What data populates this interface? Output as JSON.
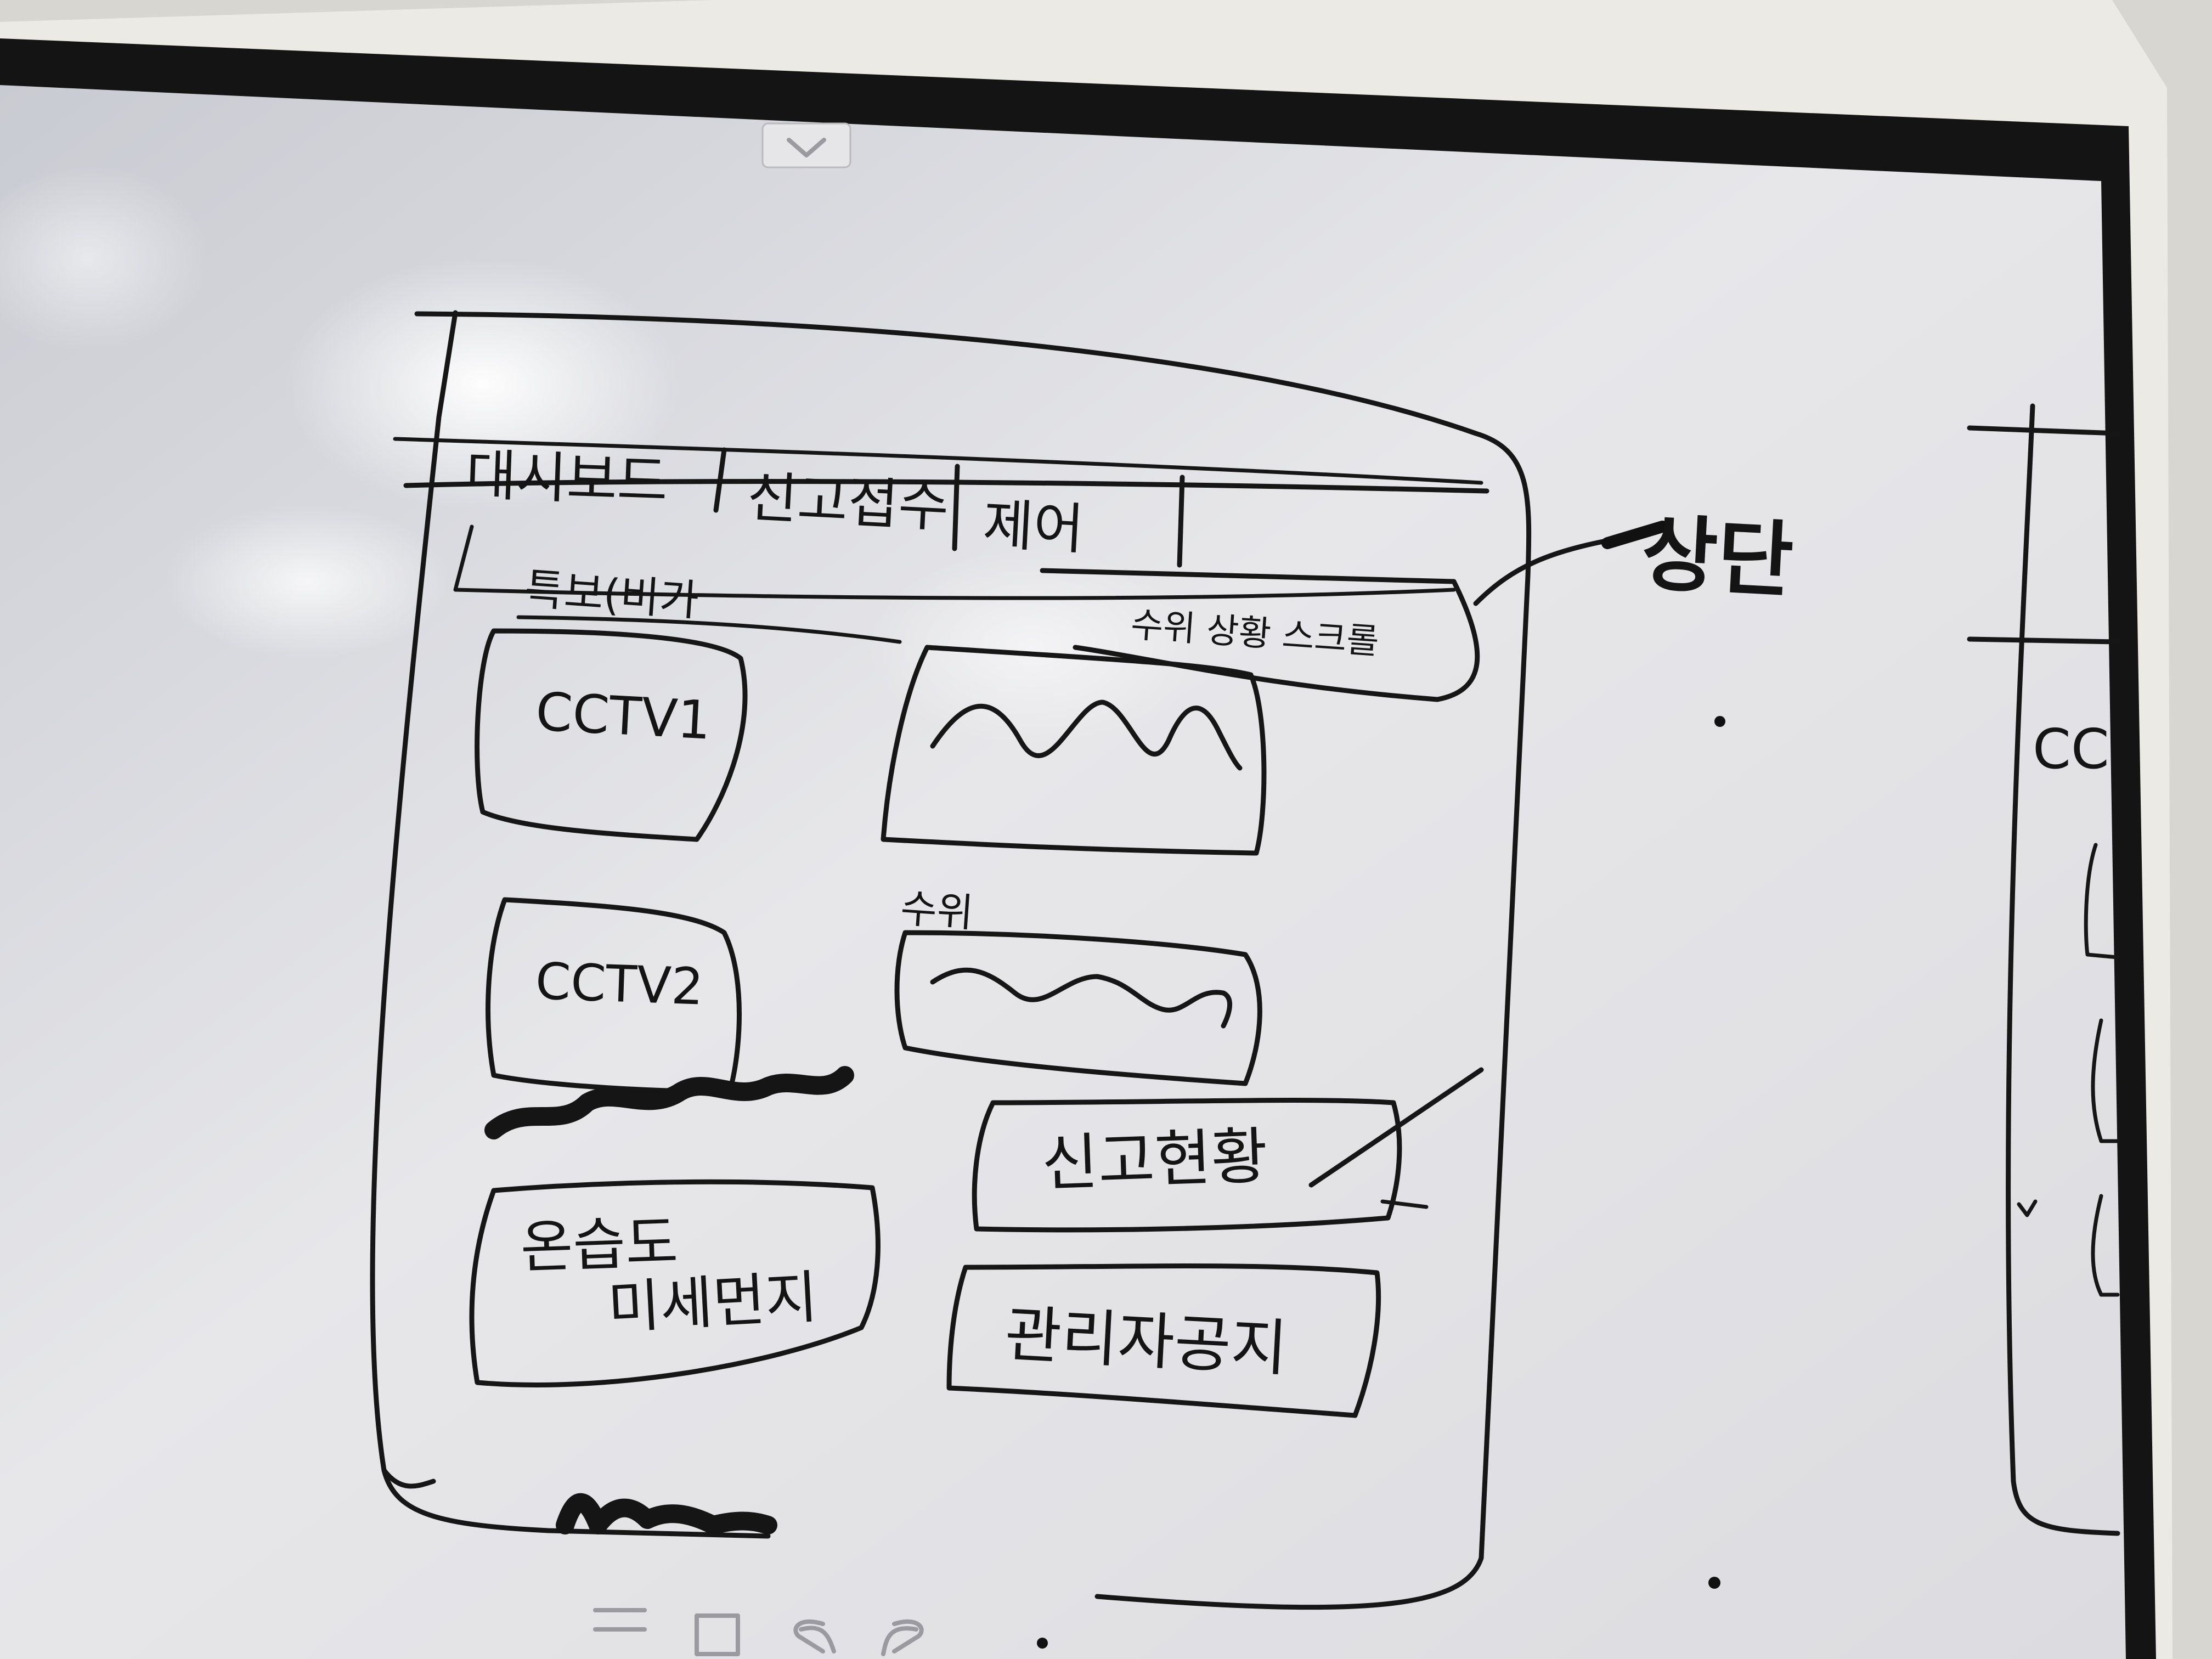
{
  "sketch": {
    "tabs": [
      {
        "label": "대시보드"
      },
      {
        "label": "신고접수"
      },
      {
        "label": "제어"
      }
    ],
    "info_bar": {
      "left": "특보(비가",
      "right": "수위 상황 스크롤"
    },
    "cctv_panels": [
      {
        "label": "CCTV1"
      },
      {
        "label": "CCTV2"
      }
    ],
    "water_level_label": "수위",
    "buttons": {
      "report_status": "신고현황",
      "admin_notice": "관리자공지",
      "temp_humidity_line1": "온습도",
      "temp_humidity_line2": "미세먼지"
    },
    "annotation": "상단",
    "side_panel_partial": "CC"
  },
  "board_toolbar": {
    "icons": [
      "menu-icon",
      "frame-icon",
      "undo-icon",
      "redo-icon"
    ]
  },
  "colors": {
    "ink": "#161616",
    "whiteboard": "#e4e4e6",
    "frame": "#151515",
    "bezel": "#e9e8e2",
    "ceiling": "#dcdad4"
  }
}
